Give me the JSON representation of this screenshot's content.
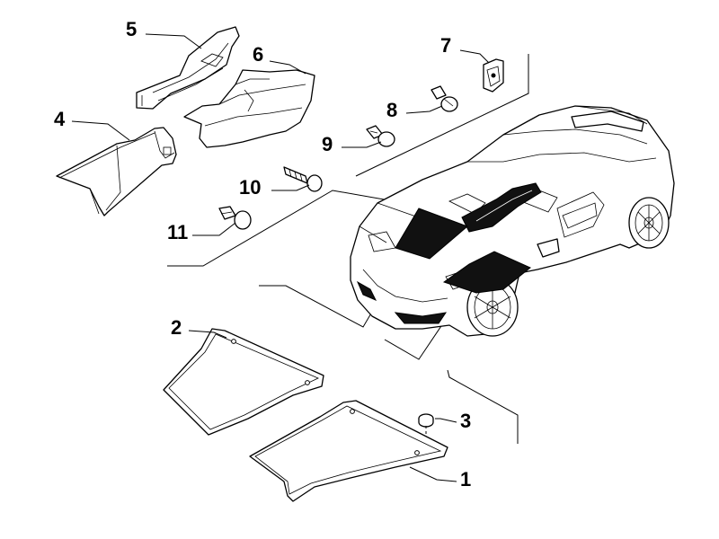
{
  "callouts": [
    {
      "id": "5",
      "label": "5"
    },
    {
      "id": "6",
      "label": "6"
    },
    {
      "id": "4",
      "label": "4"
    },
    {
      "id": "7",
      "label": "7"
    },
    {
      "id": "8",
      "label": "8"
    },
    {
      "id": "9",
      "label": "9"
    },
    {
      "id": "10",
      "label": "10"
    },
    {
      "id": "11",
      "label": "11"
    },
    {
      "id": "2",
      "label": "2"
    },
    {
      "id": "3",
      "label": "3"
    },
    {
      "id": "1",
      "label": "1"
    }
  ]
}
